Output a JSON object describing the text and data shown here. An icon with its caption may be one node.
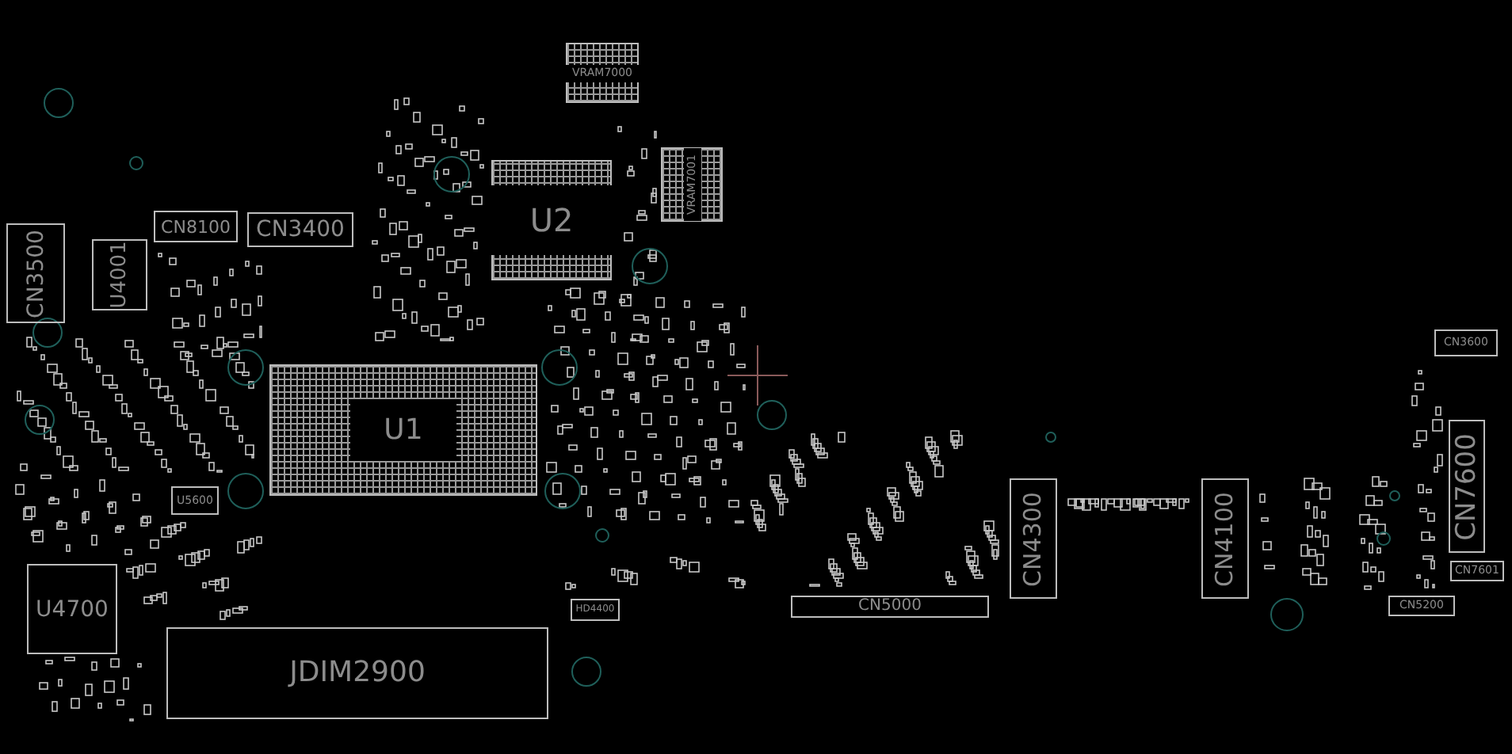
{
  "diagram": {
    "nodes": [
      {
        "text": [
          "VRAM7000"
        ]
      },
      {
        "text": [
          "VRAM7001"
        ]
      },
      {
        "text": [
          "U2"
        ]
      },
      {
        "text": [
          "CN8100"
        ]
      },
      {
        "text": [
          "CN3400"
        ]
      },
      {
        "text": [
          "CN3500"
        ]
      },
      {
        "text": [
          "U4001"
        ]
      },
      {
        "text": [
          "CN3600"
        ]
      },
      {
        "text": [
          "U1"
        ]
      },
      {
        "text": [
          "CN7600"
        ]
      },
      {
        "text": [
          "U5600"
        ]
      },
      {
        "text": [
          "CN4300"
        ]
      },
      {
        "text": [
          "CN4100"
        ]
      },
      {
        "text": [
          "CN7601"
        ]
      },
      {
        "text": [
          "U4700"
        ]
      },
      {
        "text": [
          "HD4400"
        ]
      },
      {
        "text": [
          "CN5000"
        ]
      },
      {
        "text": [
          "CN5200"
        ]
      },
      {
        "text": [
          "JDIM2900"
        ]
      }
    ]
  }
}
